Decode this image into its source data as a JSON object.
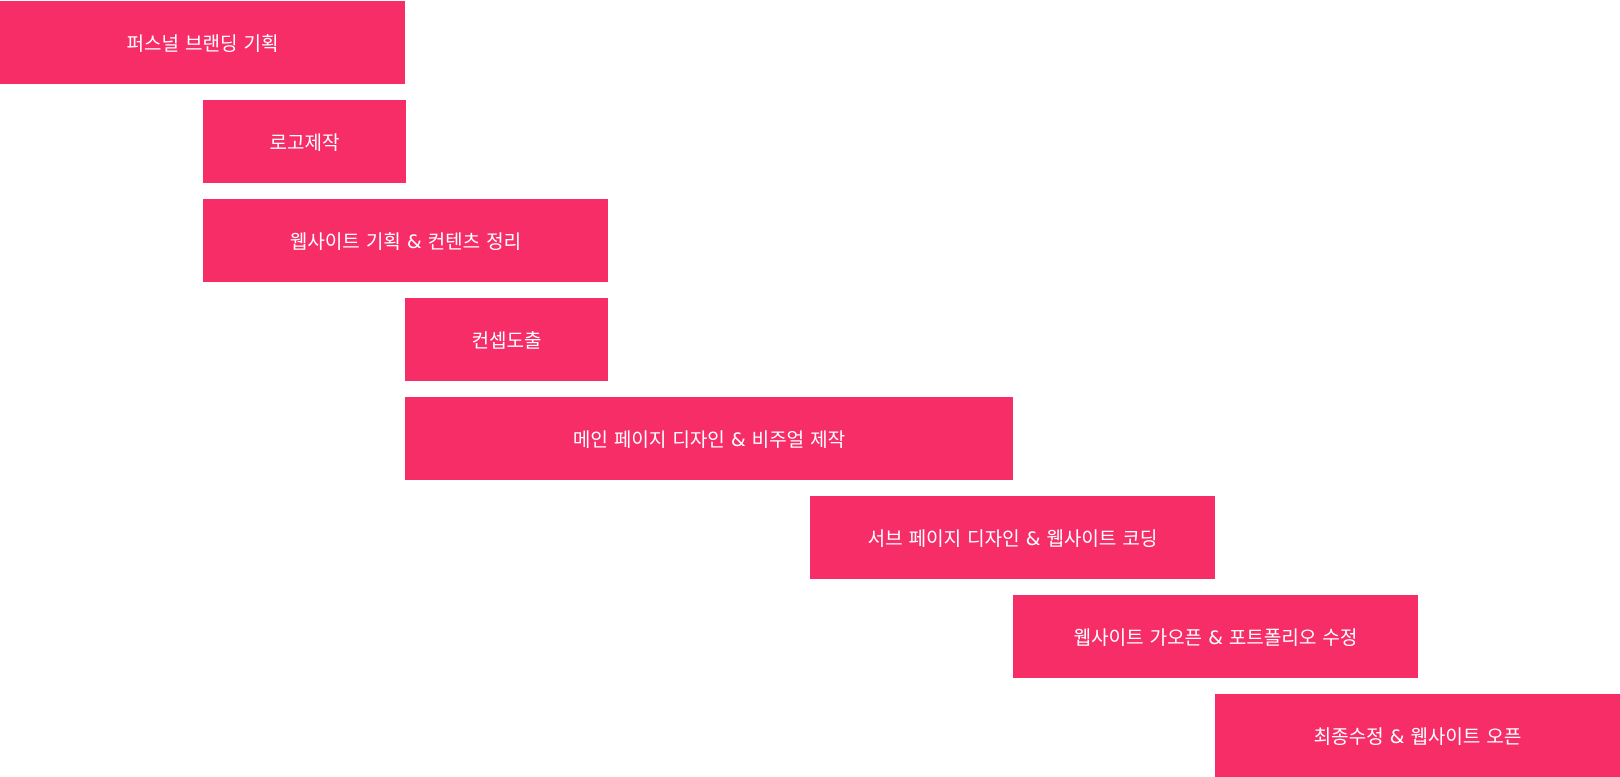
{
  "colors": {
    "bar": "#f72d68",
    "text": "#ffffff",
    "background": "#ffffff"
  },
  "tasks": [
    {
      "label": "퍼스널 브랜딩 기획",
      "start": 0,
      "end": 2
    },
    {
      "label": "로고제작",
      "start": 1,
      "end": 2
    },
    {
      "label": "웹사이트 기획 & 컨텐츠 정리",
      "start": 1,
      "end": 3
    },
    {
      "label": "컨셉도출",
      "start": 2,
      "end": 3
    },
    {
      "label": "메인 페이지 디자인 & 비주얼 제작",
      "start": 2,
      "end": 5
    },
    {
      "label": "서브 페이지 디자인 & 웹사이트 코딩",
      "start": 4,
      "end": 6
    },
    {
      "label": "웹사이트 가오픈 & 포트폴리오 수정",
      "start": 5,
      "end": 7
    },
    {
      "label": "최종수정 & 웹사이트 오픈",
      "start": 6,
      "end": 8
    }
  ]
}
